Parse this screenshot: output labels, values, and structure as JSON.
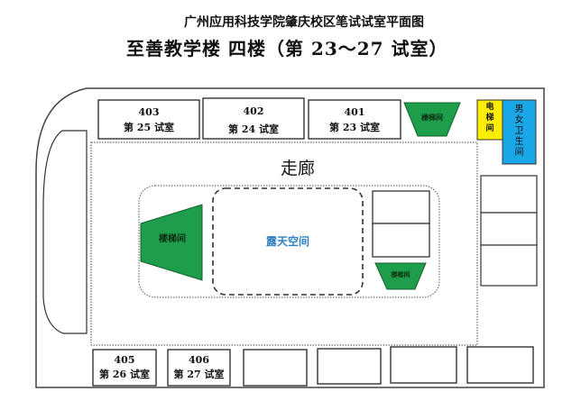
{
  "header": {
    "title": "广州应用科技学院肇庆校区笔试试室平面图",
    "subtitle": "至善教学楼  四楼（第 23～27 试室）"
  },
  "floor_plan": {
    "corridor_label": "走廊",
    "courtyard_label": "露天空间",
    "rooms_top": [
      {
        "number": "403",
        "exam_room": "第 25 试室"
      },
      {
        "number": "402",
        "exam_room": "第 24 试室"
      },
      {
        "number": "401",
        "exam_room": "第 23 试室"
      }
    ],
    "rooms_bottom": [
      {
        "number": "405",
        "exam_room": "第 26 试室"
      },
      {
        "number": "406",
        "exam_room": "第 27 试室"
      }
    ],
    "stairwell_top_right": "楼梯间",
    "stairwell_left": "楼梯间",
    "stairwell_center_right": "楼梯间",
    "elevator": [
      "电",
      "梯",
      "间"
    ],
    "restroom": [
      "男",
      "女",
      "卫",
      "生",
      "间"
    ],
    "colors": {
      "stairwell_green": "#1e9e4a",
      "elevator_yellow": "#ffee00",
      "restroom_blue": "#1aa7e8",
      "courtyard_text": "#2f80c4"
    }
  }
}
